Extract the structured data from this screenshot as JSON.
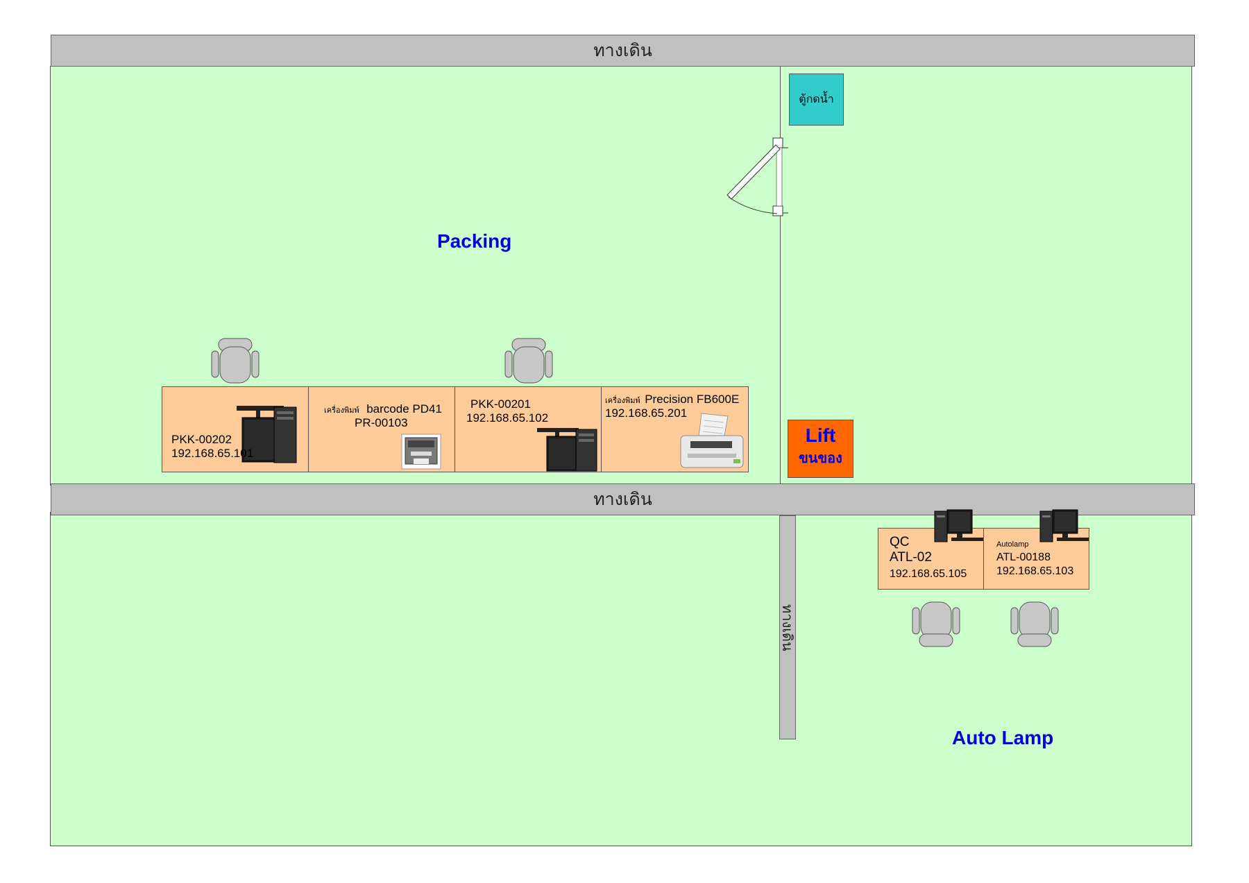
{
  "walkways": {
    "top": "ทางเดิน",
    "middle": "ทางเดิน",
    "vertical": "ทางเดิน"
  },
  "zones": {
    "packing": "Packing",
    "auto_lamp": "Auto Lamp"
  },
  "water_cabinet": "ตู้กดน้ำ",
  "lift": {
    "title": "Lift",
    "subtitle": "ขนของ"
  },
  "packing_desks": [
    {
      "host": "PKK-00202",
      "ip": "192.168.65.101",
      "device_icon": "desktop-computer-icon"
    },
    {
      "prefix": "เครื่องพิมพ์",
      "name": "barcode PD41",
      "asset": "PR-00103",
      "device_icon": "barcode-printer-icon"
    },
    {
      "host": "PKK-00201",
      "ip": "192.168.65.102",
      "device_icon": "desktop-computer-icon"
    },
    {
      "prefix": "เครื่องพิมพ์",
      "name": "Precision FB600E",
      "ip": "192.168.65.201",
      "device_icon": "dot-matrix-printer-icon"
    }
  ],
  "autolamp_desks": [
    {
      "line1": "QC",
      "line2": "ATL-02",
      "ip": "192.168.65.105",
      "device_icon": "desktop-computer-icon"
    },
    {
      "line1": "Autolamp",
      "line2": "ATL-00188",
      "ip": "192.168.65.103",
      "device_icon": "desktop-computer-icon"
    }
  ],
  "colors": {
    "zone_fill": "#ccffcc",
    "walkway_fill": "#c0c0c0",
    "desk_fill": "#ffcc99",
    "lift_fill": "#ff6600",
    "water_cabinet_fill": "#33cccc",
    "label_blue": "#0000dd"
  }
}
